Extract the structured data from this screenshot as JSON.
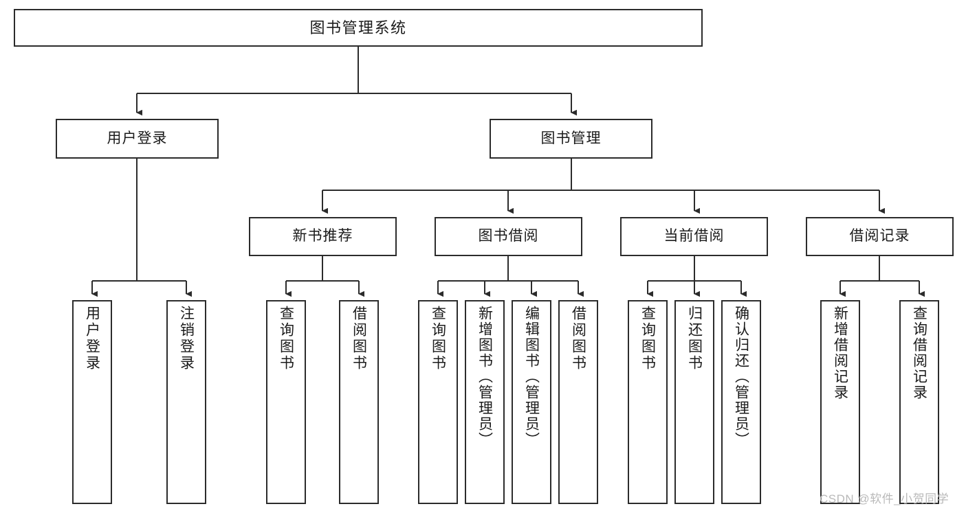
{
  "diagram": {
    "title": "图书管理系统",
    "type": "tree",
    "orientation": "top-down",
    "edge_style": "orthogonal-arrow",
    "colors": {
      "background": "#ffffff",
      "box_border": "#2b2b2b",
      "box_fill": "#ffffff",
      "text": "#1a1a1a",
      "edge": "#2b2b2b",
      "watermark": "#b9b9b9"
    }
  },
  "watermark": "CSDN @软件_小贺同学",
  "nodes": {
    "root": {
      "label": "图书管理系统",
      "level": 1
    },
    "l2": [
      {
        "id": "user-login",
        "label": "用户登录",
        "level": 2
      },
      {
        "id": "book-manage",
        "label": "图书管理",
        "level": 2
      }
    ],
    "l3": [
      {
        "id": "new-book-recommend",
        "label": "新书推荐",
        "level": 3
      },
      {
        "id": "book-borrow",
        "label": "图书借阅",
        "level": 3
      },
      {
        "id": "current-borrow",
        "label": "当前借阅",
        "level": 3
      },
      {
        "id": "borrow-record",
        "label": "借阅记录",
        "level": 3
      }
    ],
    "leaves": {
      "user-login": [
        {
          "id": "leaf-user-login",
          "label": "用户登录"
        },
        {
          "id": "leaf-logout-login",
          "label": "注销登录"
        }
      ],
      "new-book-recommend": [
        {
          "id": "leaf-query-book-1",
          "label": "查询图书"
        },
        {
          "id": "leaf-borrow-book-1",
          "label": "借阅图书"
        }
      ],
      "book-borrow": [
        {
          "id": "leaf-query-book-2",
          "label": "查询图书"
        },
        {
          "id": "leaf-add-book",
          "label": "新增图书（管理员）"
        },
        {
          "id": "leaf-edit-book",
          "label": "编辑图书（管理员）"
        },
        {
          "id": "leaf-borrow-book-2",
          "label": "借阅图书"
        }
      ],
      "current-borrow": [
        {
          "id": "leaf-query-book-3",
          "label": "查询图书"
        },
        {
          "id": "leaf-return-book",
          "label": "归还图书"
        },
        {
          "id": "leaf-confirm-return",
          "label": "确认归还（管理员）"
        }
      ],
      "borrow-record": [
        {
          "id": "leaf-add-record",
          "label": "新增借阅记录"
        },
        {
          "id": "leaf-query-record",
          "label": "查询借阅记录"
        }
      ]
    }
  }
}
